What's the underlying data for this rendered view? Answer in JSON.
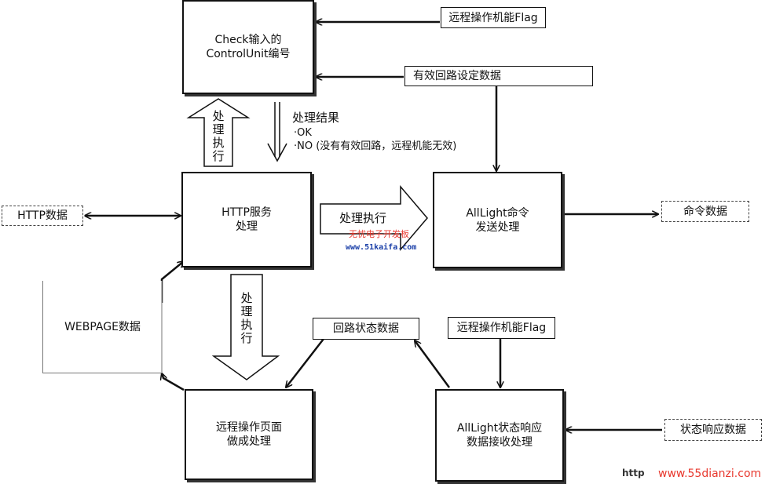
{
  "nodes": {
    "check_box": "Check输入的\nControlUnit编号",
    "http_service": "HTTP服务\n处理",
    "alllight_send": "AllLight命令\n发送处理",
    "remote_page": "远程操作页面\n做成处理",
    "alllight_recv": "AllLight状态响应\n数据接收处理",
    "webpage_data": "WEBPAGE数据",
    "http_data": "HTTP数据",
    "cmd_data": "命令数据",
    "status_resp_data": "状态响应数据",
    "remote_flag_top": "远程操作机能Flag",
    "valid_loop_data": "有效回路设定数据",
    "loop_status_data": "回路状态数据",
    "remote_flag_bottom": "远程操作机能Flag"
  },
  "labels": {
    "up_exec": "处\n理\n执\n行",
    "down_exec": "处\n理\n执\n行",
    "right_exec": "处理执行",
    "result_title": "处理结果",
    "result_ok": "·OK",
    "result_no": "·NO (没有有效回路，远程机能无效)"
  },
  "watermarks": {
    "mid_cn": "无忧电子开发板",
    "mid_url": "www.51kaifa.com",
    "corner_prefix": "http",
    "corner_url": "www.55dianzi.com"
  },
  "colors": {
    "stroke": "#111111",
    "watermark_red": "#e8382e",
    "watermark_blue": "#1a3fa8"
  }
}
